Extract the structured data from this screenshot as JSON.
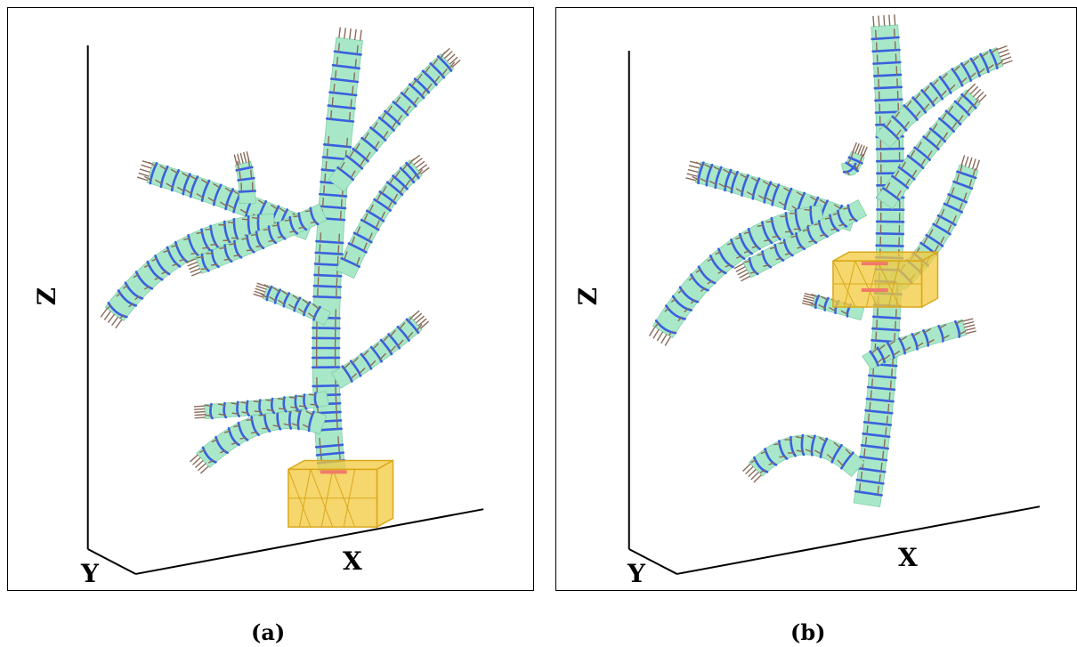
{
  "panels": [
    {
      "id": "a",
      "caption": "(a)",
      "axes": {
        "x": "X",
        "y": "Y",
        "z": "Z"
      },
      "bounding_box_position": "base"
    },
    {
      "id": "b",
      "caption": "(b)",
      "axes": {
        "x": "X",
        "y": "Y",
        "z": "Z"
      },
      "bounding_box_position": "upper-trunk"
    }
  ],
  "colors": {
    "branch_fill": "#a8e8c8",
    "ring": "#3a5fe0",
    "arrow": "#8a6a5a",
    "box_fill": "#f3c93d",
    "box_edge": "#d9a81a",
    "cut_marker": "#f07a6a",
    "axis": "#000000"
  }
}
